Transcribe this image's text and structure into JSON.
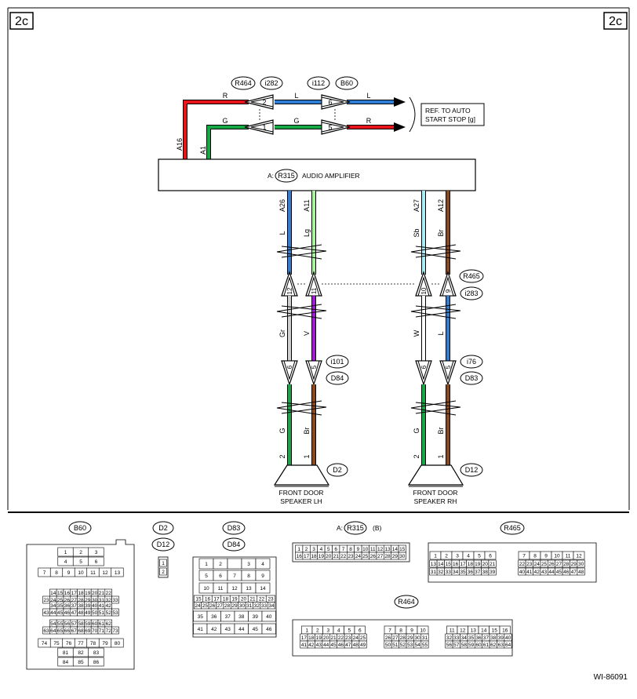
{
  "page_tags": {
    "left": "2c",
    "right": "2c"
  },
  "figure_id": "WI-86091",
  "reference_box": {
    "line1": "REF. TO AUTO",
    "line2": "START STOP [g]"
  },
  "amplifier": {
    "prefix": "A:",
    "connector": "R315",
    "name": "AUDIO AMPLIFIER"
  },
  "top_connectors": [
    "R464",
    "i282",
    "i112",
    "B60"
  ],
  "mid_connectors": [
    "R465",
    "i283"
  ],
  "lower_connectors_lh": [
    "i101",
    "D84"
  ],
  "lower_connectors_rh": [
    "i76",
    "D83"
  ],
  "speaker_connectors": [
    "D2",
    "D12"
  ],
  "speakers": {
    "lh": {
      "line1": "FRONT DOOR",
      "line2": "SPEAKER LH"
    },
    "rh": {
      "line1": "FRONT DOOR",
      "line2": "SPEAKER RH"
    }
  },
  "top_circuit": {
    "amp_pins": [
      "A16",
      "A1"
    ],
    "left_colors": [
      "R",
      "G"
    ],
    "middle_colors": [
      "L",
      "G"
    ],
    "right_colors": [
      "L",
      "R"
    ],
    "pins_left": [
      "2",
      "1"
    ],
    "pins_right": [
      "6",
      "5"
    ],
    "wire_colors": {
      "R": "#e8141b",
      "L": "#2f7fd6",
      "G": "#15a845",
      "Lg": "#a9f2a0",
      "Sb": "#a9ecf5",
      "Br": "#8b4a1c",
      "Gr": "#d0d0d0",
      "V": "#a319d6",
      "W": "#ffffff"
    }
  },
  "drop_lines": {
    "lh_upper": {
      "pins": [
        "A26",
        "A11"
      ],
      "colors": [
        "L",
        "Lg"
      ]
    },
    "rh_upper": {
      "pins": [
        "A27",
        "A12"
      ],
      "colors": [
        "Sb",
        "Br"
      ]
    },
    "lh_mid": {
      "pins": [
        "12",
        "11"
      ],
      "colors": [
        "Gr",
        "V"
      ]
    },
    "rh_mid": {
      "pins": [
        "10",
        "9"
      ],
      "colors": [
        "W",
        "L"
      ]
    },
    "lh_low": {
      "pins": [
        "6",
        "5"
      ],
      "colors": [
        "G",
        "Br"
      ],
      "speaker_pins": [
        "2",
        "1"
      ]
    },
    "rh_low": {
      "pins": [
        "6",
        "5"
      ],
      "colors": [
        "G",
        "Br"
      ],
      "speaker_pins": [
        "2",
        "1"
      ]
    }
  },
  "connector_views": {
    "b60": {
      "label": "B60",
      "rows": [
        [
          "1",
          "2",
          "3"
        ],
        [
          "4",
          "5",
          "6"
        ],
        [
          "7",
          "8",
          "9",
          "10",
          "11",
          "12",
          "13"
        ],
        [
          "14",
          "15",
          "16",
          "17",
          "18",
          "19",
          "20",
          "21",
          "22"
        ],
        [
          "23",
          "24",
          "25",
          "26",
          "27",
          "28",
          "29",
          "30",
          "31",
          "32",
          "33"
        ],
        [
          "34",
          "35",
          "36",
          "37",
          "38",
          "39",
          "40",
          "41",
          "42"
        ],
        [
          "43",
          "44",
          "45",
          "46",
          "47",
          "48",
          "49",
          "50",
          "51",
          "52",
          "53"
        ],
        [
          "54",
          "55",
          "56",
          "57",
          "58",
          "59",
          "60",
          "61",
          "62"
        ],
        [
          "63",
          "64",
          "65",
          "66",
          "67",
          "68",
          "69",
          "70",
          "71",
          "72",
          "73"
        ],
        [
          "74",
          "75",
          "76",
          "77",
          "78",
          "79",
          "80"
        ],
        [
          "81",
          "82",
          "83"
        ],
        [
          "84",
          "85",
          "86"
        ]
      ]
    },
    "d2": {
      "labels": [
        "D2",
        "D12"
      ],
      "pins": [
        "1",
        "2"
      ]
    },
    "d83": {
      "labels": [
        "D83",
        "D84"
      ],
      "rows": [
        [
          "1",
          "2",
          "",
          "3",
          "4"
        ],
        [
          "5",
          "6",
          "7",
          "8",
          "9"
        ],
        [
          "10",
          "11",
          "12",
          "13",
          "14"
        ],
        [
          "15",
          "16",
          "17",
          "18",
          "19",
          "20",
          "21",
          "22",
          "23"
        ],
        [
          "24",
          "25",
          "26",
          "27",
          "28",
          "29",
          "30",
          "31",
          "32",
          "33",
          "34"
        ],
        [
          "35",
          "36",
          "37",
          "38",
          "39",
          "40"
        ],
        [
          "41",
          "42",
          "43",
          "44",
          "45",
          "46"
        ]
      ]
    },
    "r315": {
      "prefix": "A:",
      "label": "R315",
      "suffix": "(B)",
      "rows": [
        [
          "1",
          "2",
          "3",
          "4",
          "5",
          "6",
          "7",
          "8",
          "9",
          "10",
          "11",
          "12",
          "13",
          "14",
          "15"
        ],
        [
          "16",
          "17",
          "18",
          "19",
          "20",
          "21",
          "22",
          "23",
          "24",
          "25",
          "26",
          "27",
          "28",
          "29",
          "30"
        ]
      ]
    },
    "r465": {
      "label": "R465",
      "left_rows": [
        [
          "1",
          "2",
          "3",
          "4",
          "5",
          "6"
        ],
        [
          "13",
          "14",
          "15",
          "16",
          "17",
          "18",
          "19",
          "20",
          "21"
        ],
        [
          "31",
          "32",
          "33",
          "34",
          "35",
          "36",
          "37",
          "38",
          "39"
        ]
      ],
      "right_rows": [
        [
          "7",
          "8",
          "9",
          "10",
          "11",
          "12"
        ],
        [
          "22",
          "23",
          "24",
          "25",
          "26",
          "27",
          "28",
          "29",
          "30"
        ],
        [
          "40",
          "41",
          "42",
          "43",
          "44",
          "45",
          "46",
          "47",
          "48"
        ]
      ]
    },
    "r464": {
      "label": "R464",
      "blocks": [
        [
          [
            "1",
            "2",
            "3",
            "4",
            "5",
            "6"
          ],
          [
            "17",
            "18",
            "19",
            "20",
            "21",
            "22",
            "23",
            "24",
            "25"
          ],
          [
            "41",
            "42",
            "43",
            "44",
            "45",
            "46",
            "47",
            "48",
            "49"
          ]
        ],
        [
          [
            "7",
            "8",
            "9",
            "10"
          ],
          [
            "26",
            "27",
            "28",
            "29",
            "30",
            "31"
          ],
          [
            "50",
            "51",
            "52",
            "53",
            "54",
            "55"
          ]
        ],
        [
          [
            "11",
            "12",
            "13",
            "14",
            "15",
            "16"
          ],
          [
            "32",
            "33",
            "34",
            "35",
            "36",
            "37",
            "38",
            "39",
            "40"
          ],
          [
            "56",
            "57",
            "58",
            "59",
            "60",
            "61",
            "62",
            "63",
            "64"
          ]
        ]
      ]
    }
  }
}
